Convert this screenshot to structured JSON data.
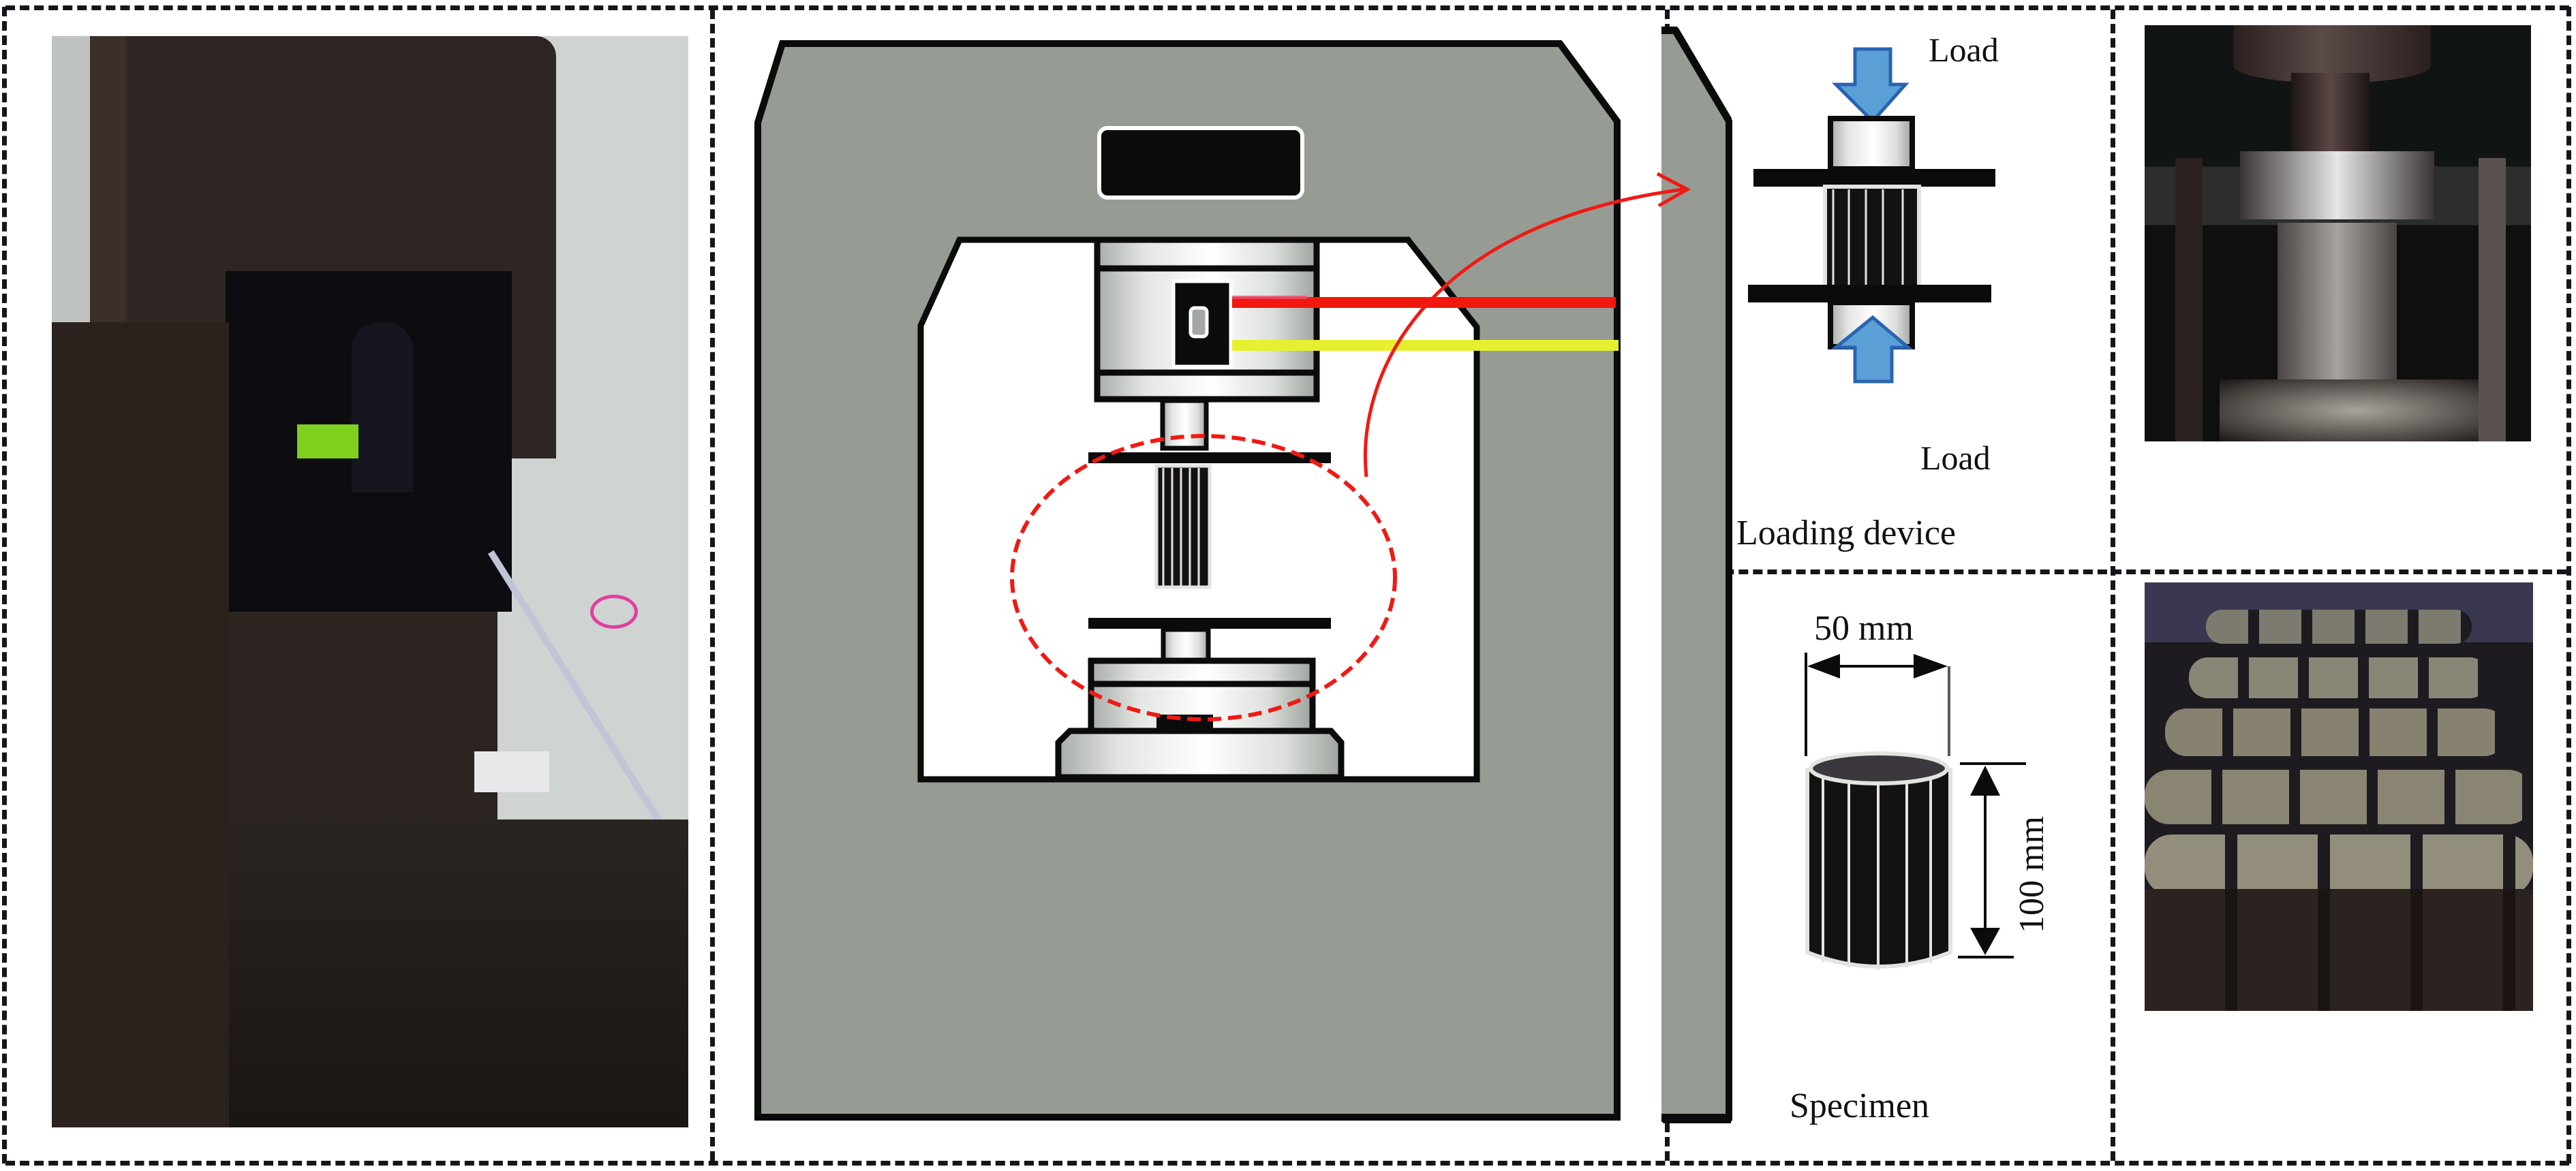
{
  "figure": {
    "panels": [
      {
        "id": "press-photo",
        "kind": "photo",
        "description": "Photograph of the rock mechanics testing machine in the laboratory"
      },
      {
        "id": "press-schematic",
        "kind": "schematic",
        "description": "Schematic of the loading frame with upper and lower platens and specimen"
      },
      {
        "id": "loading-device",
        "kind": "schematic",
        "caption": "Loading device"
      },
      {
        "id": "loading-photo",
        "kind": "photo",
        "description": "Photograph of a cylindrical specimen under compression between platens"
      },
      {
        "id": "specimen",
        "kind": "schematic",
        "caption": "Specimen"
      },
      {
        "id": "specimens-photo",
        "kind": "photo",
        "description": "Photograph of a batch of cylindrical specimens"
      }
    ]
  },
  "loading_device": {
    "caption": "Loading device",
    "top_arrow_label": "Load",
    "bottom_arrow_label": "Load"
  },
  "specimen": {
    "caption": "Specimen",
    "diameter_label": "50 mm",
    "height_label": "100 mm"
  },
  "colors": {
    "frame_gray": "#969c94",
    "outline_black": "#0b0b0b",
    "callout_red": "#f01a14",
    "cable_red": "#f2180e",
    "cable_yellow": "#e6f02e",
    "arrow_blue": "#5a9fd6",
    "arrow_blue_edge": "#2a63b0",
    "dash_border": "#15151c"
  }
}
